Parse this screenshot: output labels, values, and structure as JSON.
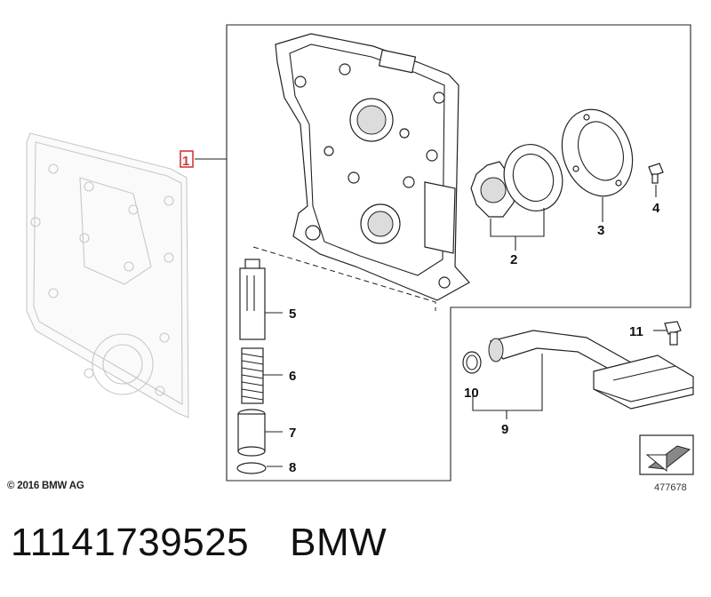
{
  "diagram": {
    "callouts": {
      "c1": "1",
      "c2": "2",
      "c3": "3",
      "c4": "4",
      "c5": "5",
      "c6": "6",
      "c7": "7",
      "c8": "8",
      "c9": "9",
      "c10": "10",
      "c11": "11"
    },
    "highlight_color": "#d23a3a",
    "image_number": "477678"
  },
  "footer": {
    "copyright": "© 2016 BMW AG",
    "part_number": "11141739525",
    "brand": "BMW"
  }
}
